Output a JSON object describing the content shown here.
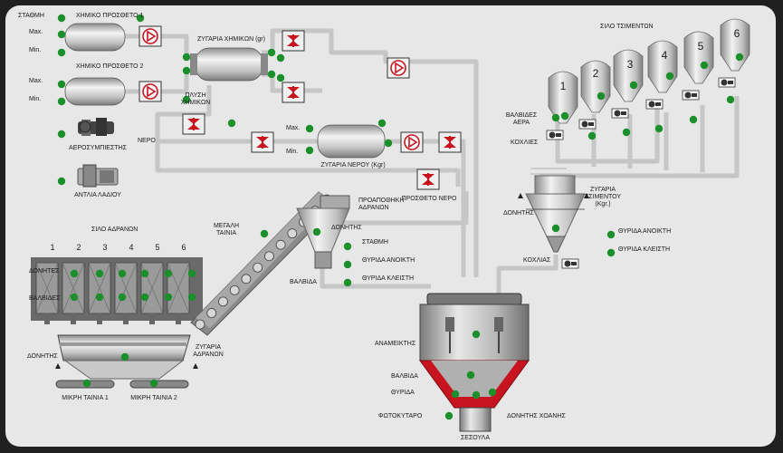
{
  "colors": {
    "indicator_on": "#1a8f2a",
    "valve_red": "#c8141e",
    "pipe": "#c6c6c6",
    "background": "#e7e7e7",
    "frame": "#202020"
  },
  "labels": {
    "station": "ΣΤΑΘΜΗ",
    "chem1": "ΧΗΜΙΚΟ ΠΡΟΣΘΕΤΟ 1",
    "chem2": "ΧΗΜΙΚΟ ΠΡΟΣΘΕΤΟ 2",
    "max": "Max.",
    "min": "Min.",
    "chem_scale": "ΖΥΓΑΡΙΑ ΧΗΜΙΚΩΝ (gr)",
    "chem_wash": "ΠΛΥΣΗ\nΧΗΜΙΚΩΝ",
    "compressor": "ΑΕΡΟΣΥΜΠΙΕΣΤΗΣ",
    "oil_pump": "ΑΝΤΛΙΑ ΛΑΔΙΟΥ",
    "water": "ΝΕΡΟ",
    "water_scale": "ΖΥΓΑΡΙΑ ΝΕΡΟΥ (Kgr)",
    "water_add": "ΠΡΟΣΘΕΤΟ ΝΕΡΟ",
    "cement_silo": "ΣΙΛΟ ΤΣΙΜΕΝΤΩΝ",
    "air_valves": "ΒΑΛΒΙΔΕΣ\nΑΕΡΑ",
    "augers": "ΚΟΧΛΙΕΣ",
    "cement_scale": "ΖΥΓΑΡΙΑ\nΤΣΙΜΕΝΤΟΥ\n(Kgr.)",
    "vibrator": "ΔΟΝΗΤΗΣ",
    "auger": "ΚΟΧΛΙΑΣ",
    "gate_open": "ΘΥΡΙΔΑ ΑΝΟΙΚΤΗ",
    "gate_closed": "ΘΥΡΙΔΑ ΚΛΕΙΣΤΗ",
    "agg_silo": "ΣΙΛΟ ΑΔΡΑΝΩΝ",
    "vibrators": "ΔΟΝΗΤΕΣ",
    "valves": "ΒΑΛΒΙΔΕΣ",
    "big_belt": "ΜΕΓΑΛΗ\nΤΑΙΝΙΑ",
    "prestorage": "ΠΡΟΑΠΟΘΗΚΗ\nΑΔΡΑΝΩΝ",
    "level": "ΣΤΑΘΜΗ",
    "open_gate": "ΘΥΡΙΔΑ ΑΝΟΙΚΤΗ",
    "closed_gate": "ΘΥΡΙΔΑ ΚΛΕΙΣΤΗ",
    "valve": "ΒΑΛΒΙΔΑ",
    "agg_scale": "ΖΥΓΑΡΙΑ\nΑΔΡΑΝΩΝ",
    "small_belt1": "ΜΙΚΡΗ ΤΑΙΝΙΑ 1",
    "small_belt2": "ΜΙΚΡΗ ΤΑΙΝΙΑ 2",
    "mixer": "ΑΝΑΜΕΙΚΤΗΣ",
    "gate": "ΘΥΡΙΔΑ",
    "photocell": "ΦΩΤΟΚΥΤΑΡΟ",
    "funnel_vibrator": "ΔΟΝΗΤΗΣ ΧΟΑΝΗΣ",
    "chute": "ΣΕΣΟΥΛΑ"
  },
  "agg_silo_numbers": [
    "1",
    "2",
    "3",
    "4",
    "5",
    "6"
  ],
  "cement_silo_numbers": [
    "1",
    "2",
    "3",
    "4",
    "5",
    "6"
  ]
}
